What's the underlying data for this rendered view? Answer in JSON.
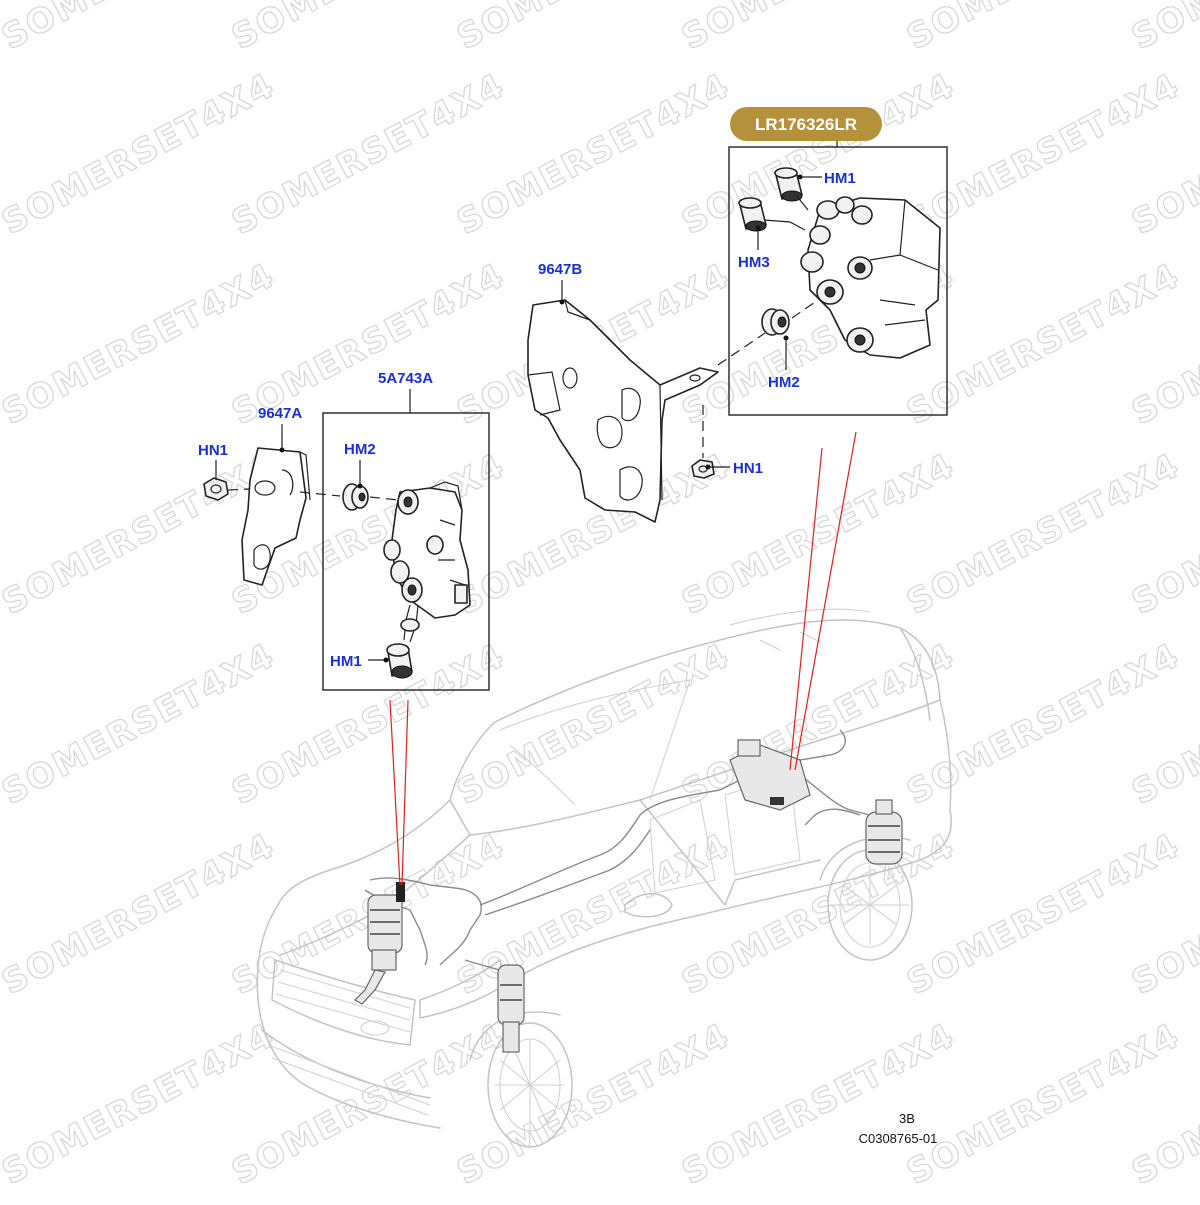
{
  "watermark": {
    "text": "SOMERSET4X4",
    "color": "#d8d8d8"
  },
  "badge": {
    "text": "LR176326LR",
    "color": "#b6913c"
  },
  "callouts": {
    "left_bracket": "9647A",
    "left_nut": "HN1",
    "left_box": "5A743A",
    "left_box_grommet": "HM2",
    "left_box_bottom": "HM1",
    "center_bracket": "9647B",
    "center_nut": "HN1",
    "right_top": "HM1",
    "right_middle": "HM3",
    "right_grommet": "HM2"
  },
  "label_color": "#1a2fd6",
  "reference": {
    "page": "3B",
    "code": "C0308765-01"
  }
}
